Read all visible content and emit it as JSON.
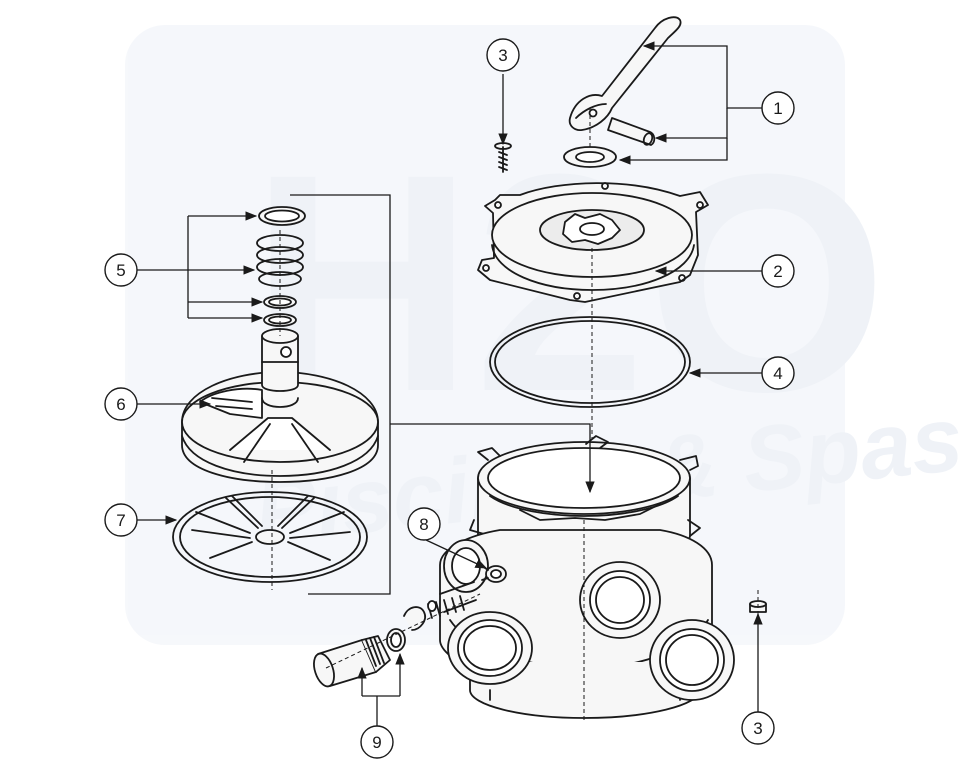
{
  "callouts": {
    "c1": "1",
    "c2": "2",
    "c3a": "3",
    "c3b": "3",
    "c4": "4",
    "c5": "5",
    "c6": "6",
    "c7": "7",
    "c8": "8",
    "c9": "9"
  },
  "watermark": {
    "logo_text": "H2O",
    "tagline": "Piscines & Spas"
  },
  "colors": {
    "line": "#1a1a1a",
    "fill": "#f7f7f7",
    "hole": "#ffffff",
    "watermark": "#e9eef6"
  }
}
